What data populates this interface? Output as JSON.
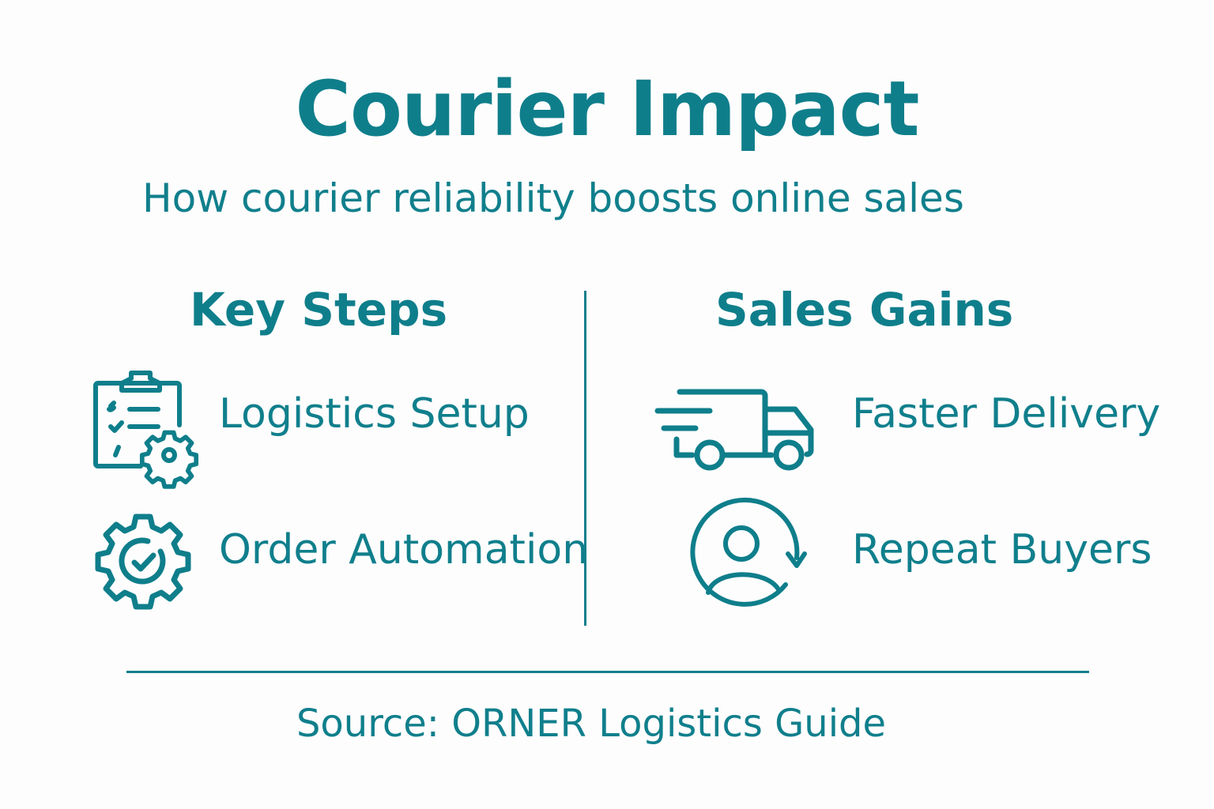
{
  "header": {
    "title": "Courier Impact",
    "subtitle": "How courier reliability boosts online sales"
  },
  "left_column": {
    "heading": "Key Steps",
    "items": [
      {
        "label": "Logistics Setup",
        "icon": "clipboard-gear-icon"
      },
      {
        "label": "Order Automation",
        "icon": "gear-check-icon"
      }
    ]
  },
  "right_column": {
    "heading": "Sales Gains",
    "items": [
      {
        "label": "Faster Delivery",
        "icon": "delivery-truck-icon"
      },
      {
        "label": "Repeat Buyers",
        "icon": "user-cycle-icon"
      }
    ]
  },
  "footer": {
    "source": "Source: ORNER Logistics Guide"
  },
  "colors": {
    "accent": "#0f7e8b",
    "background": "#fdfdfd"
  }
}
